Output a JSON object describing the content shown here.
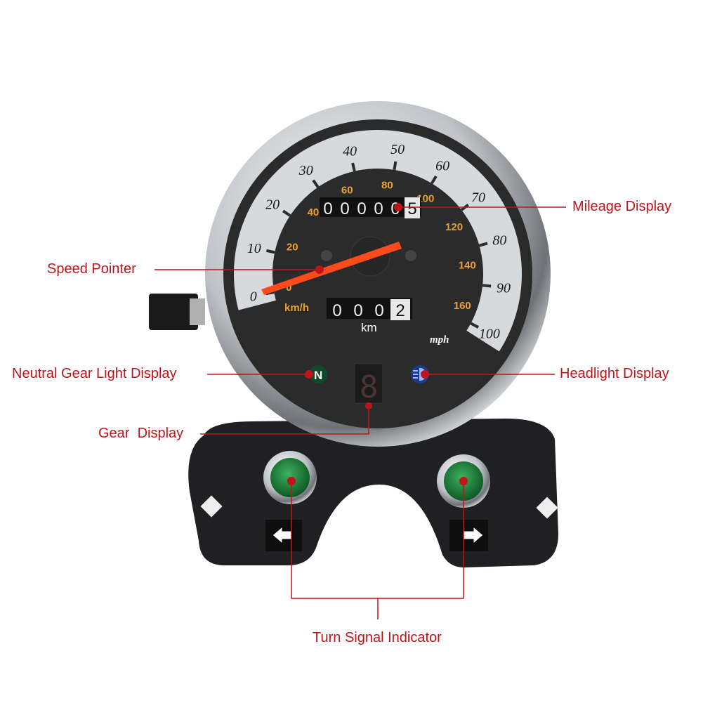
{
  "colors": {
    "callout": "#c0141c",
    "needle": "#ff4a1c",
    "kmh_text": "#e8a030",
    "lamp_green": "#1e8a3a"
  },
  "gauge": {
    "mph_labels": [
      "0",
      "10",
      "20",
      "30",
      "40",
      "50",
      "60",
      "70",
      "80",
      "90",
      "100"
    ],
    "kmh_labels": [
      "0",
      "20",
      "40",
      "60",
      "80",
      "100",
      "120",
      "140",
      "160"
    ],
    "kmh_unit": "km/h",
    "mph_unit": "mph",
    "odometer": [
      "0",
      "0",
      "0",
      "0",
      "0",
      "5"
    ],
    "trip": [
      "0",
      "0",
      "0",
      "2"
    ],
    "trip_unit": "km",
    "neutral_label": "N",
    "gear_digit": "8",
    "needle_value_mph": 0
  },
  "turn_signals": {
    "left_icon": "arrow-left-icon",
    "right_icon": "arrow-right-icon"
  },
  "callouts": {
    "mileage": "Mileage Display",
    "speed_pointer": "Speed Pointer",
    "neutral": "Neutral Gear Light Display",
    "headlight": "Headlight Display",
    "gear": "Gear  Display",
    "turn_signal": "Turn Signal Indicator"
  }
}
